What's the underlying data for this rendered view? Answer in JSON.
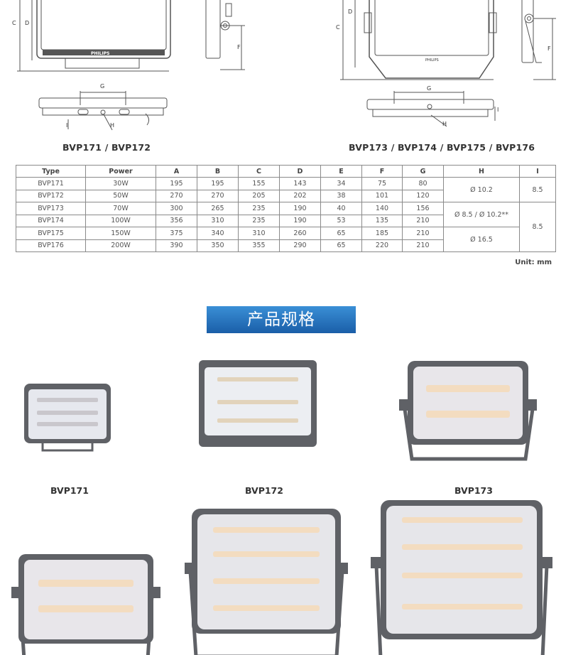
{
  "drawings": {
    "left_caption": "BVP171 / BVP172",
    "right_caption": "BVP173 / BVP174 / BVP175 / BVP176",
    "dim_labels": {
      "c": "C",
      "d": "D",
      "f": "F",
      "g": "G",
      "h": "H",
      "i": "I"
    },
    "brand_text": "PHILIPS"
  },
  "spec_table": {
    "headers": [
      "Type",
      "Power",
      "A",
      "B",
      "C",
      "D",
      "E",
      "F",
      "G",
      "H",
      "I"
    ],
    "rows": [
      [
        "BVP171",
        "30W",
        "195",
        "195",
        "155",
        "143",
        "34",
        "75",
        "80"
      ],
      [
        "BVP172",
        "50W",
        "270",
        "270",
        "205",
        "202",
        "38",
        "101",
        "120"
      ],
      [
        "BVP173",
        "70W",
        "300",
        "265",
        "235",
        "190",
        "40",
        "140",
        "156"
      ],
      [
        "BVP174",
        "100W",
        "356",
        "310",
        "235",
        "190",
        "53",
        "135",
        "210"
      ],
      [
        "BVP175",
        "150W",
        "375",
        "340",
        "310",
        "260",
        "65",
        "185",
        "210"
      ],
      [
        "BVP176",
        "200W",
        "390",
        "350",
        "355",
        "290",
        "65",
        "220",
        "210"
      ]
    ],
    "h_values": [
      "Ø 10.2",
      "Ø 8.5 / Ø 10.2**",
      "Ø 16.5"
    ],
    "i_values": [
      "8.5",
      "8.5"
    ],
    "unit": "Unit: mm"
  },
  "section_title": "产品规格",
  "products": [
    {
      "label": "BVP171"
    },
    {
      "label": "BVP172"
    },
    {
      "label": "BVP173"
    }
  ],
  "colors": {
    "banner_top": "#3a8fd6",
    "banner_bottom": "#1a5ea8",
    "frame": "#5f6166",
    "lens": "#e6e8ee",
    "led_warm": "#f3dcc0"
  }
}
